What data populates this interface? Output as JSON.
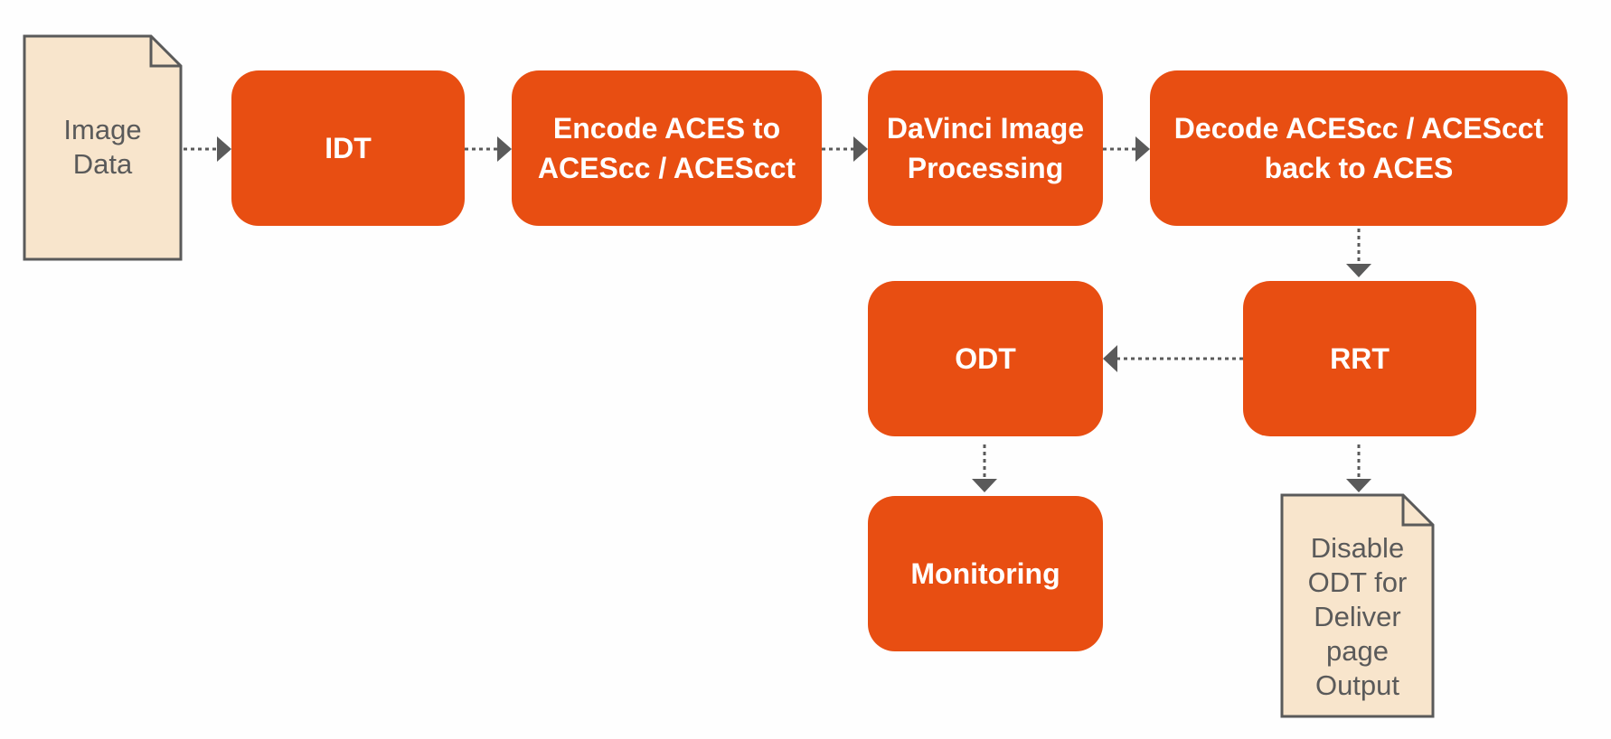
{
  "colors": {
    "process_fill": "#e84e12",
    "process_text": "#ffffff",
    "document_fill": "#f8e5cc",
    "document_stroke": "#5a5a5a",
    "document_text": "#5a5a5a",
    "connector": "#5a5a5a"
  },
  "documents": {
    "image_data": [
      "Image",
      "Data"
    ],
    "disable_odt": [
      "Disable",
      "ODT for",
      "Deliver",
      "page",
      "Output"
    ]
  },
  "steps": {
    "idt": [
      "IDT"
    ],
    "encode": [
      "Encode ACES to",
      "ACEScc / ACEScct"
    ],
    "davinci": [
      "DaVinci Image",
      "Processing"
    ],
    "decode": [
      "Decode ACEScc / ACEScct",
      "back to ACES"
    ],
    "rrt": [
      "RRT"
    ],
    "odt": [
      "ODT"
    ],
    "monitoring": [
      "Monitoring"
    ]
  },
  "connectors": [
    {
      "from": "image_data",
      "to": "idt"
    },
    {
      "from": "idt",
      "to": "encode"
    },
    {
      "from": "encode",
      "to": "davinci"
    },
    {
      "from": "davinci",
      "to": "decode"
    },
    {
      "from": "decode",
      "to": "rrt"
    },
    {
      "from": "rrt",
      "to": "odt"
    },
    {
      "from": "odt",
      "to": "monitoring"
    },
    {
      "from": "rrt",
      "to": "disable_odt"
    }
  ]
}
